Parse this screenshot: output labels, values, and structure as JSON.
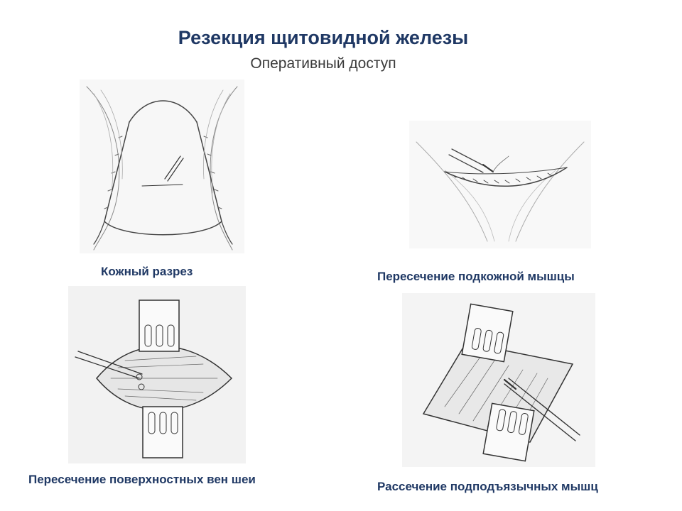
{
  "slide": {
    "title": "Резекция щитовидной железы",
    "subtitle": "Оперативный доступ"
  },
  "figures": [
    {
      "caption": "Кожный разрез",
      "icon": "skin-incision-illustration"
    },
    {
      "caption": "Пересечение подкожной мышцы",
      "icon": "platysma-incision-illustration"
    },
    {
      "caption": "Пересечение поверхностных вен шеи",
      "icon": "neck-veins-illustration"
    },
    {
      "caption": "Рассечение подподъязычных мышц",
      "icon": "infrahyoid-muscles-illustration"
    }
  ],
  "colors": {
    "title": "#1f3864",
    "subtitle": "#3a3a3a",
    "drawing": "#444444"
  }
}
